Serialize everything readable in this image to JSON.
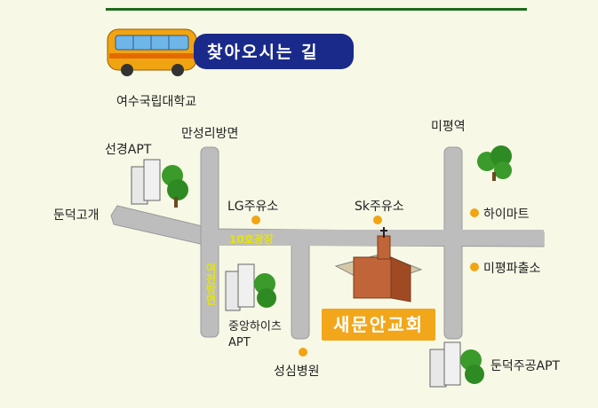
{
  "map": {
    "title": "찾아오시는 길",
    "places": {
      "university": "여수국립대학교",
      "manseongri": "만성리방면",
      "seongyeong_apt": "선경APT",
      "mipyeong_station": "미평역",
      "dundeok_pass": "둔덕고개",
      "lg_gas": "LG주유소",
      "sk_gas": "Sk주유소",
      "himart": "하이마트",
      "police_box": "미평파출소",
      "road_name": "10호광장",
      "yeocheon_dir": "여천방면",
      "jungang_heights": "중앙하이츠\nAPT",
      "seongsim_hospital": "성심병원",
      "dundeok_jugong": "둔덕주공APT",
      "church": "새문안교회"
    },
    "colors": {
      "road": "#bdbdbd",
      "road_edge": "#8f8f8f",
      "marker": "#f1a412",
      "banner": "#1a2a8a",
      "accent_line": "#1e6b1e"
    }
  }
}
